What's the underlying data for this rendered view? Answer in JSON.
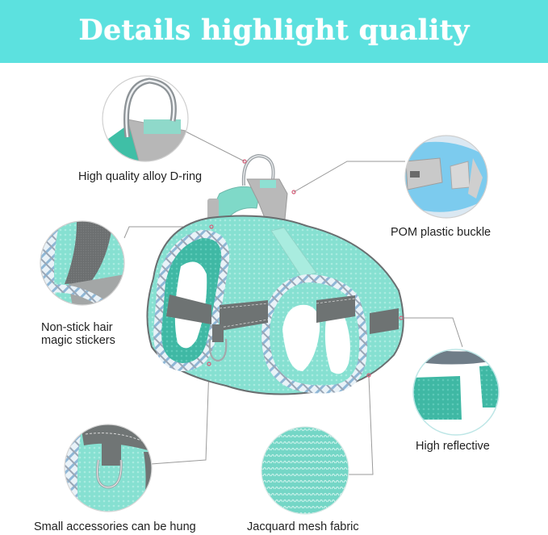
{
  "banner": {
    "title": "Details highlight quality",
    "background_color": "#5ce1df",
    "text_color": "#ffffff"
  },
  "product": {
    "name": "dog-harness",
    "colors": {
      "mesh": "#7fdccc",
      "mesh_dark": "#4fc3b1",
      "reflective_strip": "#6f7474",
      "trim": "#b9d4e6",
      "buckle": "#b4b4b4",
      "leader_line": "#9a9a9a",
      "anchor_dot": "#d4607a"
    }
  },
  "callouts": [
    {
      "id": "d-ring",
      "label": "High quality alloy D-ring",
      "icon": "d-ring-closeup"
    },
    {
      "id": "buckle",
      "label": "POM plastic buckle",
      "icon": "buckle-closeup"
    },
    {
      "id": "stickers",
      "label_line1": "Non-stick hair",
      "label_line2": "magic stickers",
      "icon": "velcro-closeup"
    },
    {
      "id": "reflective",
      "label": "High reflective",
      "icon": "reflective-closeup"
    },
    {
      "id": "accessories",
      "label": "Small accessories can be hung",
      "icon": "small-d-ring-closeup"
    },
    {
      "id": "mesh",
      "label": "Jacquard mesh fabric",
      "icon": "mesh-closeup"
    }
  ]
}
